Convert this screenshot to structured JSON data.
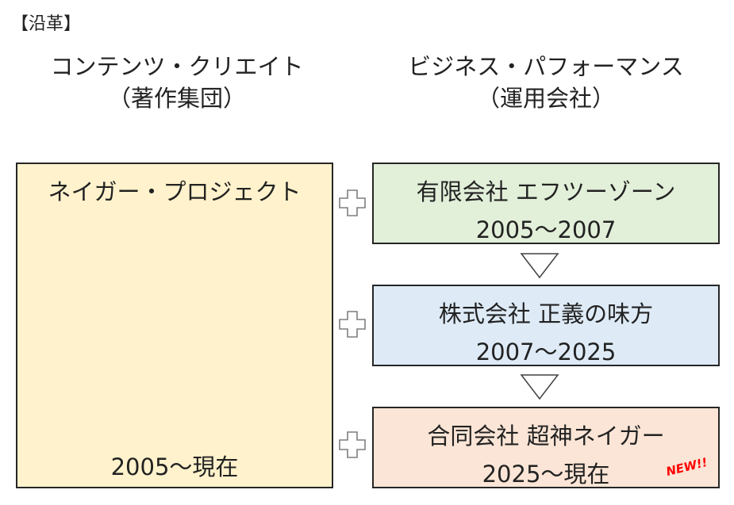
{
  "section_title": "【沿革】",
  "left_column": {
    "title": "コンテンツ・クリエイト",
    "subtitle": "（著作集団）",
    "box": {
      "name": "ネイガー・プロジェクト",
      "period": "2005～現在",
      "fill": "#fff2cc"
    }
  },
  "right_column": {
    "title": "ビジネス・パフォーマンス",
    "subtitle": "（運用会社）",
    "companies": [
      {
        "name": "有限会社  エフツーゾーン",
        "period": "2005～2007",
        "fill": "#e2efd9"
      },
      {
        "name": "株式会社  正義の味方",
        "period": "2007～2025",
        "fill": "#deebf7"
      },
      {
        "name": "合同会社  超神ネイガー",
        "period": "2025～現在",
        "fill": "#fbe5d6",
        "badge": "NEW!!"
      }
    ]
  },
  "colors": {
    "border": "#262626",
    "badge": "#ff0000"
  },
  "icons": {
    "link": "plus-outline-icon",
    "flow": "triangle-down-icon"
  }
}
